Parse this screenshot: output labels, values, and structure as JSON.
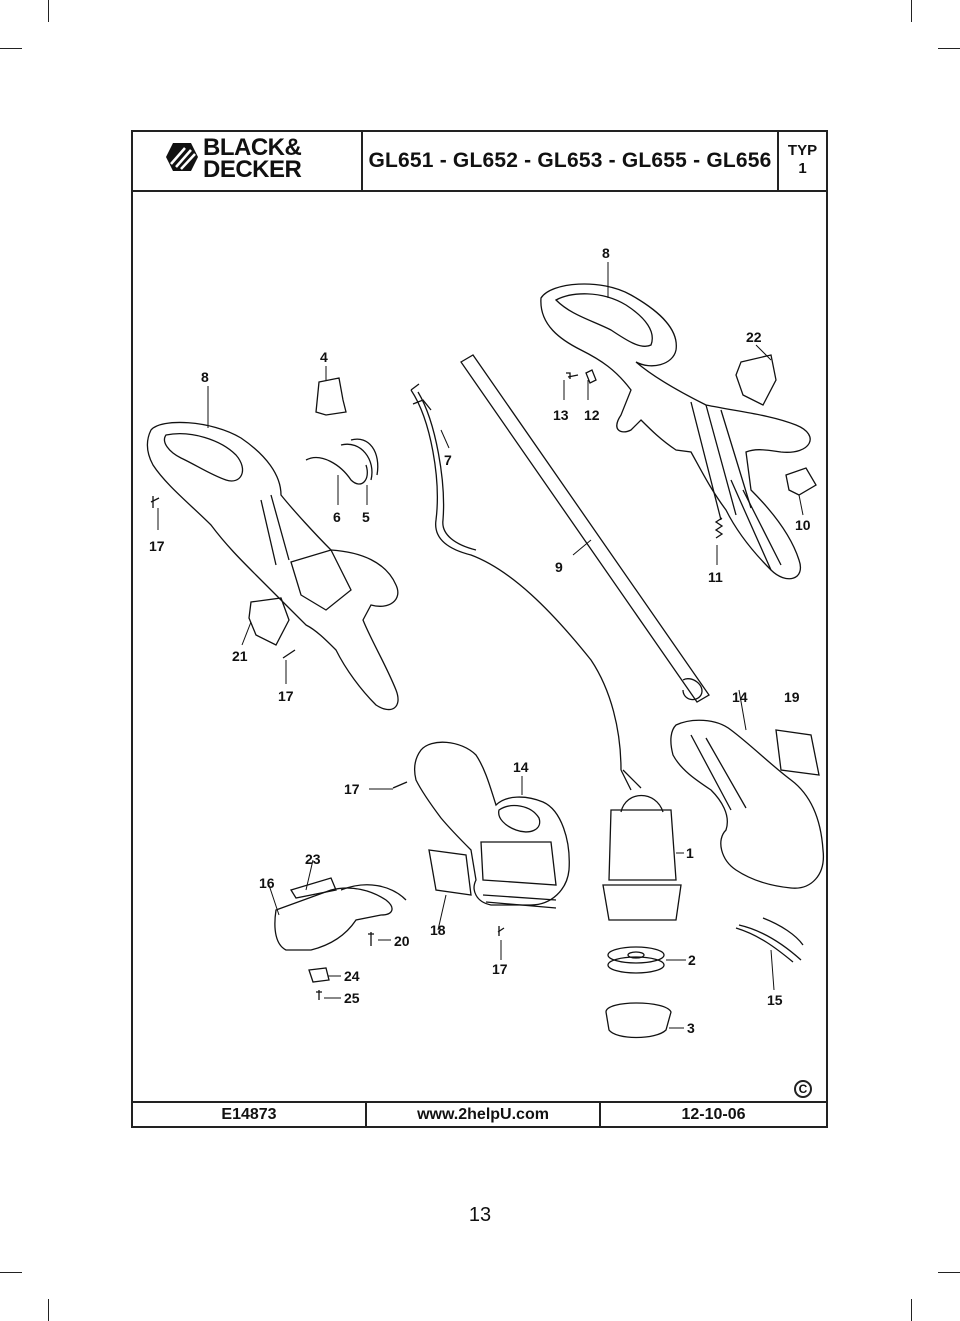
{
  "header": {
    "brand_line1": "BLACK&",
    "brand_line2": "DECKER",
    "title": "GL651 - GL652 - GL653 - GL655 - GL656",
    "typ_label": "TYP",
    "typ_value": "1"
  },
  "diagram": {
    "labels": [
      "8",
      "4",
      "22",
      "8",
      "13",
      "12",
      "7",
      "6",
      "5",
      "17",
      "10",
      "9",
      "11",
      "21",
      "17",
      "14",
      "19",
      "17",
      "14",
      "1",
      "23",
      "16",
      "20",
      "18",
      "17",
      "2",
      "24",
      "25",
      "15",
      "3"
    ]
  },
  "footer": {
    "code": "E14873",
    "website": "www.2helpU.com",
    "date": "12-10-06",
    "copyright_symbol": "C"
  },
  "page_number": "13"
}
